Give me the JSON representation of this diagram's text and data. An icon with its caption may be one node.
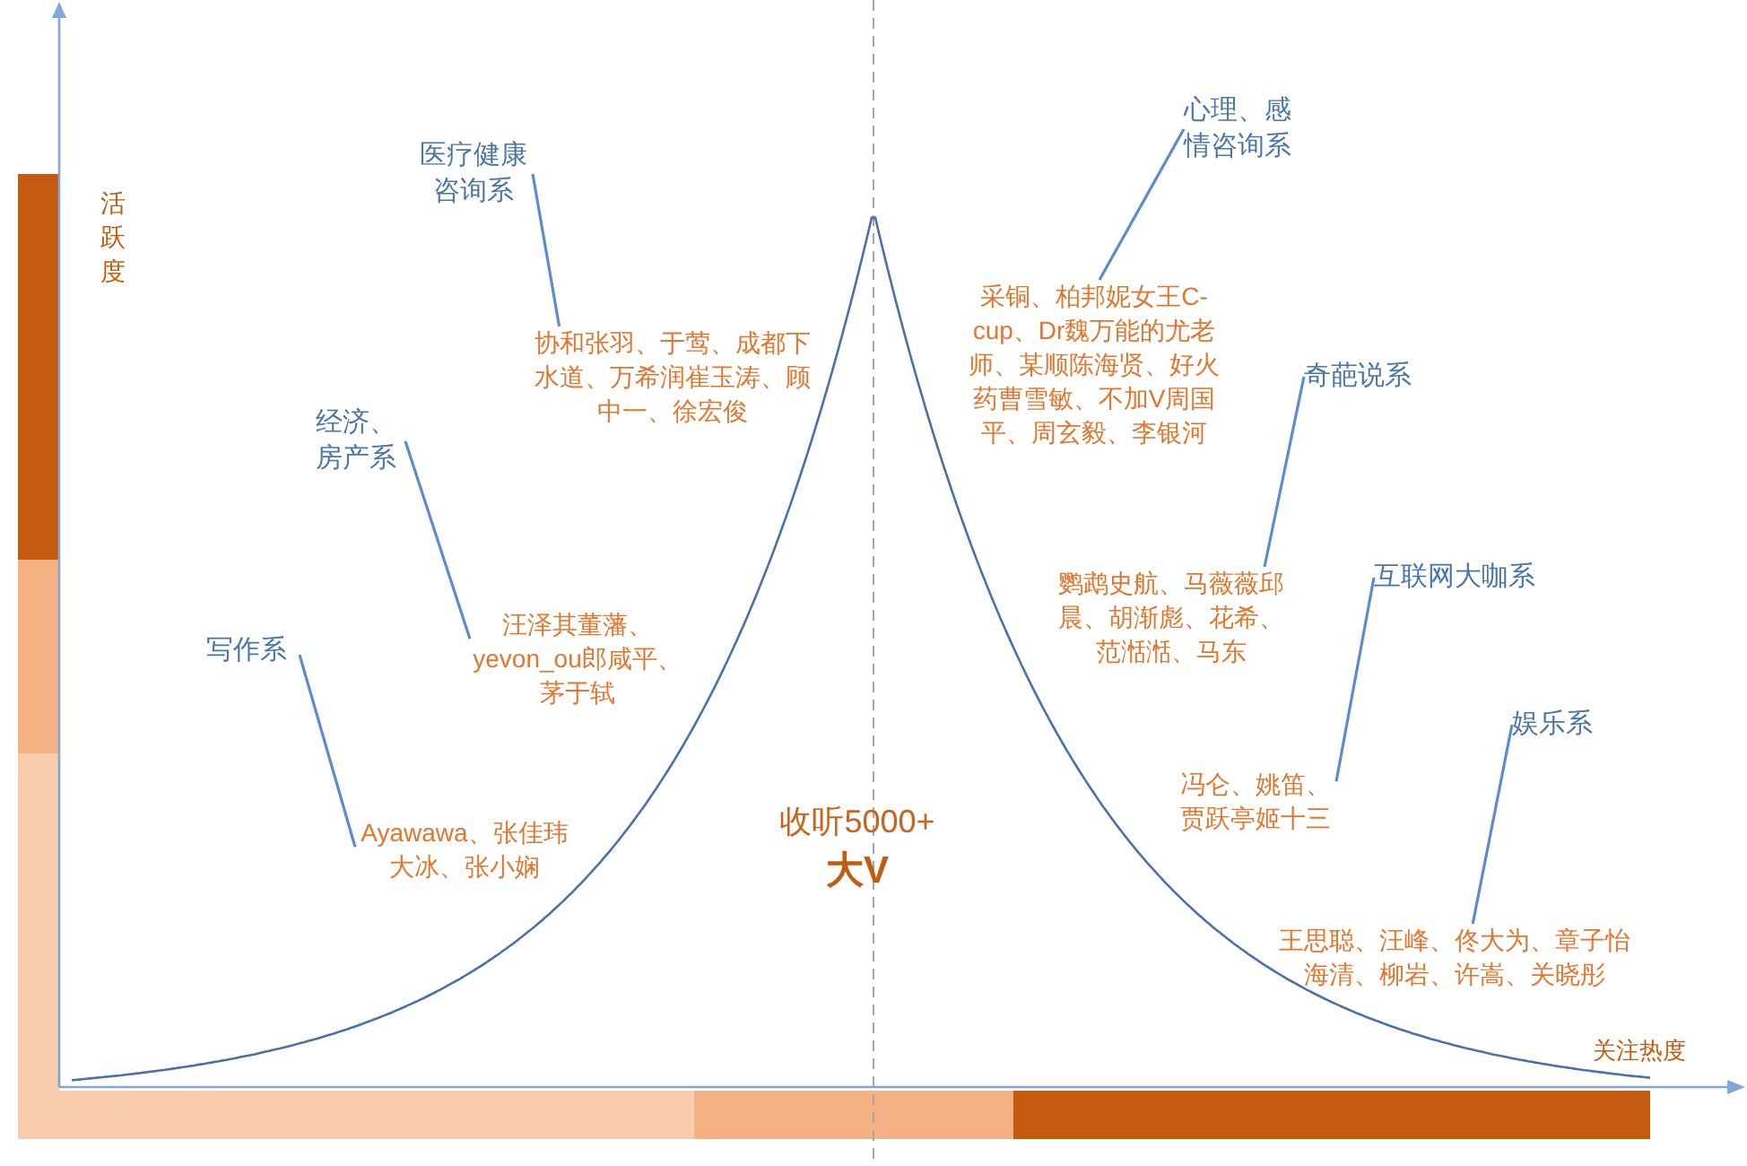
{
  "diagram": {
    "nodes": [
      {
        "text": [
          "心理、感情咨询系"
        ]
      },
      {
        "text": [
          "医疗健康咨询系"
        ]
      },
      {
        "text": [
          "采铜、柏邦妮女王C-cup、Dr魏万能的尤老师、某顺陈海贤、好火药曹雪敏、不加V周国平、周玄毅、李银河"
        ]
      },
      {
        "text": [
          "协和张羽、于莺、成都下水道、万希润崔玉涛、顾中一、徐宏俊"
        ]
      },
      {
        "text": [
          "奇葩说系"
        ]
      },
      {
        "text": [
          "经济、房产系"
        ]
      },
      {
        "text": [
          "鹦鹉史航、马薇薇邱晨、胡渐彪、花希、范湉湉、马东"
        ]
      },
      {
        "text": [
          "互联网大咖系"
        ]
      },
      {
        "text": [
          "汪泽其董藩、yevon_ou郎咸平、茅于轼"
        ]
      },
      {
        "text": [
          "写作系"
        ]
      },
      {
        "text": [
          "娱乐系"
        ]
      },
      {
        "text": [
          "冯仑、姚笛、贾跃亭姬十三"
        ]
      },
      {
        "text": [
          "Ayawawa、张佳玮大冰、张小娴"
        ]
      },
      {
        "text": [
          "王思聪、汪峰、佟大为、章子怡海清、柳岩、许嵩、关晓彤"
        ]
      }
    ],
    "edges": [
      {
        "from": 0,
        "to": 2,
        "arrow": "none"
      },
      {
        "from": 1,
        "to": 3,
        "arrow": "none"
      },
      {
        "from": 4,
        "to": 6,
        "arrow": "none"
      },
      {
        "from": 5,
        "to": 8,
        "arrow": "none"
      },
      {
        "from": 7,
        "to": 11,
        "arrow": "none"
      },
      {
        "from": 9,
        "to": 12,
        "arrow": "none"
      },
      {
        "from": 10,
        "to": 13,
        "arrow": "none"
      }
    ],
    "labels": [
      "活跃度",
      "收听5000+",
      "大V",
      "关注热度"
    ]
  }
}
